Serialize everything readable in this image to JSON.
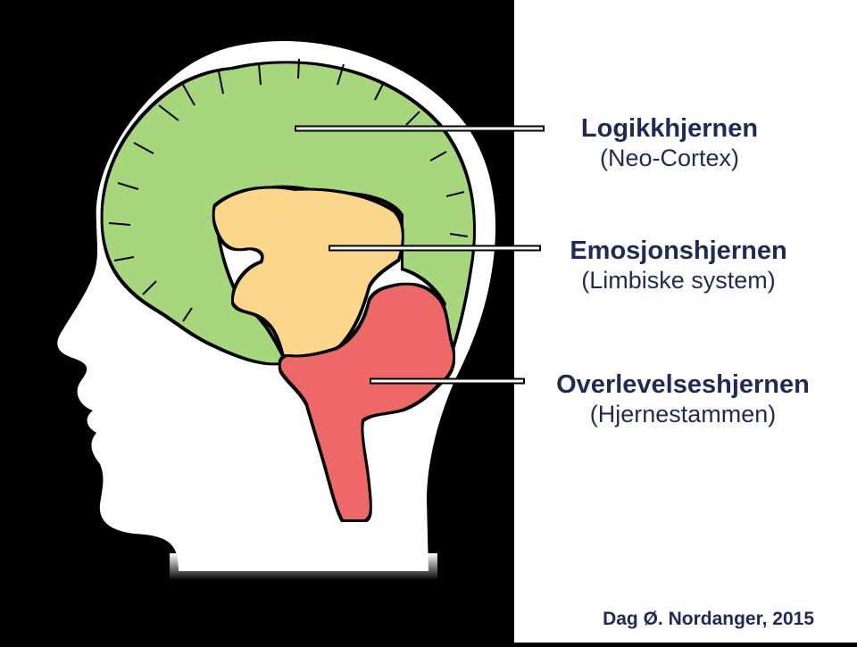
{
  "labels": {
    "logic": {
      "title": "Logikkhjernen",
      "subtitle": "(Neo-Cortex)"
    },
    "emotion": {
      "title": "Emosjonshjernen",
      "subtitle": "(Limbiske system)"
    },
    "survival": {
      "title": "Overlevelseshjernen",
      "subtitle": "(Hjernestammen)"
    }
  },
  "credit": "Dag Ø. Nordanger, 2015",
  "colors": {
    "background": "#000000",
    "panel": "#ffffff",
    "head": "#ffffff",
    "neocortex": "#a8d67c",
    "limbic": "#fcd68a",
    "brainstem": "#ef6767",
    "text": "#1e2b58"
  }
}
